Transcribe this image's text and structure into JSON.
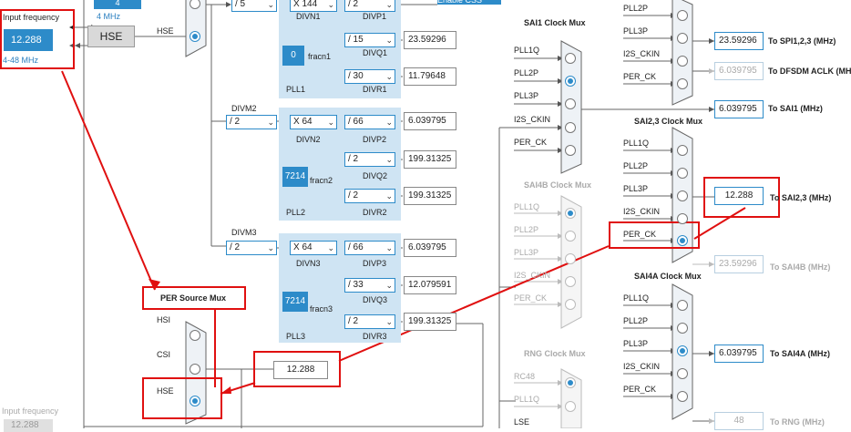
{
  "input": {
    "label": "Input frequency",
    "value": "12.288",
    "range": "4-48 MHz",
    "bottom_label": "Input frequency",
    "bottom_value": "12.288"
  },
  "hse_block": {
    "label": "HSE",
    "line_label": "HSE",
    "freq_4": "4",
    "freq_4mhz": "4 MHz"
  },
  "pll1": {
    "divn_value": "X 144",
    "divn_label": "DIVN1",
    "divp_value": "/ 2",
    "divp_label": "DIVP1",
    "divq_value": "/ 15",
    "divq_label": "DIVQ1",
    "q_out": "23.59296",
    "divr_value": "/ 30",
    "divr_label": "DIVR1",
    "r_out": "11.79648",
    "frac_value": "0",
    "frac_label": "fracn1",
    "name": "PLL1",
    "m_value": "/ 5"
  },
  "pll2": {
    "divm_label": "DIVM2",
    "divm_value": "/ 2",
    "divn_value": "X 64",
    "divn_label": "DIVN2",
    "divp_value": "/ 66",
    "divp_label": "DIVP2",
    "p_out": "6.039795",
    "divq_value": "/ 2",
    "divq_label": "DIVQ2",
    "q_out": "199.31325",
    "divr_value": "/ 2",
    "divr_label": "DIVR2",
    "r_out": "199.31325",
    "frac_value": "7214",
    "frac_label": "fracn2",
    "name": "PLL2"
  },
  "pll3": {
    "divm_label": "DIVM3",
    "divm_value": "/ 2",
    "divn_value": "X 64",
    "divn_label": "DIVN3",
    "divp_value": "/ 66",
    "divp_label": "DIVP3",
    "p_out": "6.039795",
    "divq_value": "/ 33",
    "divq_label": "DIVQ3",
    "q_out": "12.079591",
    "divr_value": "/ 2",
    "divr_label": "DIVR3",
    "r_out": "199.31325",
    "frac_value": "7214",
    "frac_label": "fracn3",
    "name": "PLL3"
  },
  "enable_css": "Enable CSS",
  "per_mux": {
    "title": "PER Source Mux",
    "opts": [
      "HSI",
      "CSI",
      "HSE"
    ],
    "output": "12.288"
  },
  "sai1_mux": {
    "title": "SAI1 Clock Mux",
    "opts": [
      "PLL1Q",
      "PLL2P",
      "PLL3P",
      "I2S_CKIN",
      "PER_CK"
    ]
  },
  "sai4b_mux": {
    "title": "SAI4B Clock Mux",
    "opts": [
      "PLL1Q",
      "PLL2P",
      "PLL3P",
      "I2S_CKIN",
      "PER_CK"
    ]
  },
  "rng_mux": {
    "title": "RNG Clock Mux",
    "opts": [
      "RC48",
      "PLL1Q",
      "LSE"
    ]
  },
  "spi_mux": {
    "opts": [
      "PLL2P",
      "PLL3P",
      "I2S_CKIN",
      "PER_CK"
    ]
  },
  "sai23_mux": {
    "title": "SAI2,3 Clock Mux",
    "opts": [
      "PLL1Q",
      "PLL2P",
      "PLL3P",
      "I2S_CKIN",
      "PER_CK"
    ]
  },
  "sai4a_mux": {
    "title": "SAI4A Clock Mux",
    "opts": [
      "PLL1Q",
      "PLL2P",
      "PLL3P",
      "I2S_CKIN",
      "PER_CK"
    ]
  },
  "outputs": {
    "spi": {
      "value": "23.59296",
      "label": "To SPI1,2,3 (MHz)"
    },
    "dfsdm": {
      "value": "6.039795",
      "label": "To DFSDM ACLK (MHz)"
    },
    "sai1": {
      "value": "6.039795",
      "label": "To SAI1 (MHz)"
    },
    "sai23": {
      "value": "12.288",
      "label": "To SAI2,3 (MHz)"
    },
    "sai4b": {
      "value": "23.59296",
      "label": "To SAI4B (MHz)"
    },
    "sai4a": {
      "value": "6.039795",
      "label": "To SAI4A (MHz)"
    },
    "rng": {
      "value": "48",
      "label": "To RNG (MHz)"
    }
  },
  "colors": {
    "accent": "#2d8bc9",
    "pll_bg": "#cfe4f3",
    "annotation": "#e01010"
  }
}
